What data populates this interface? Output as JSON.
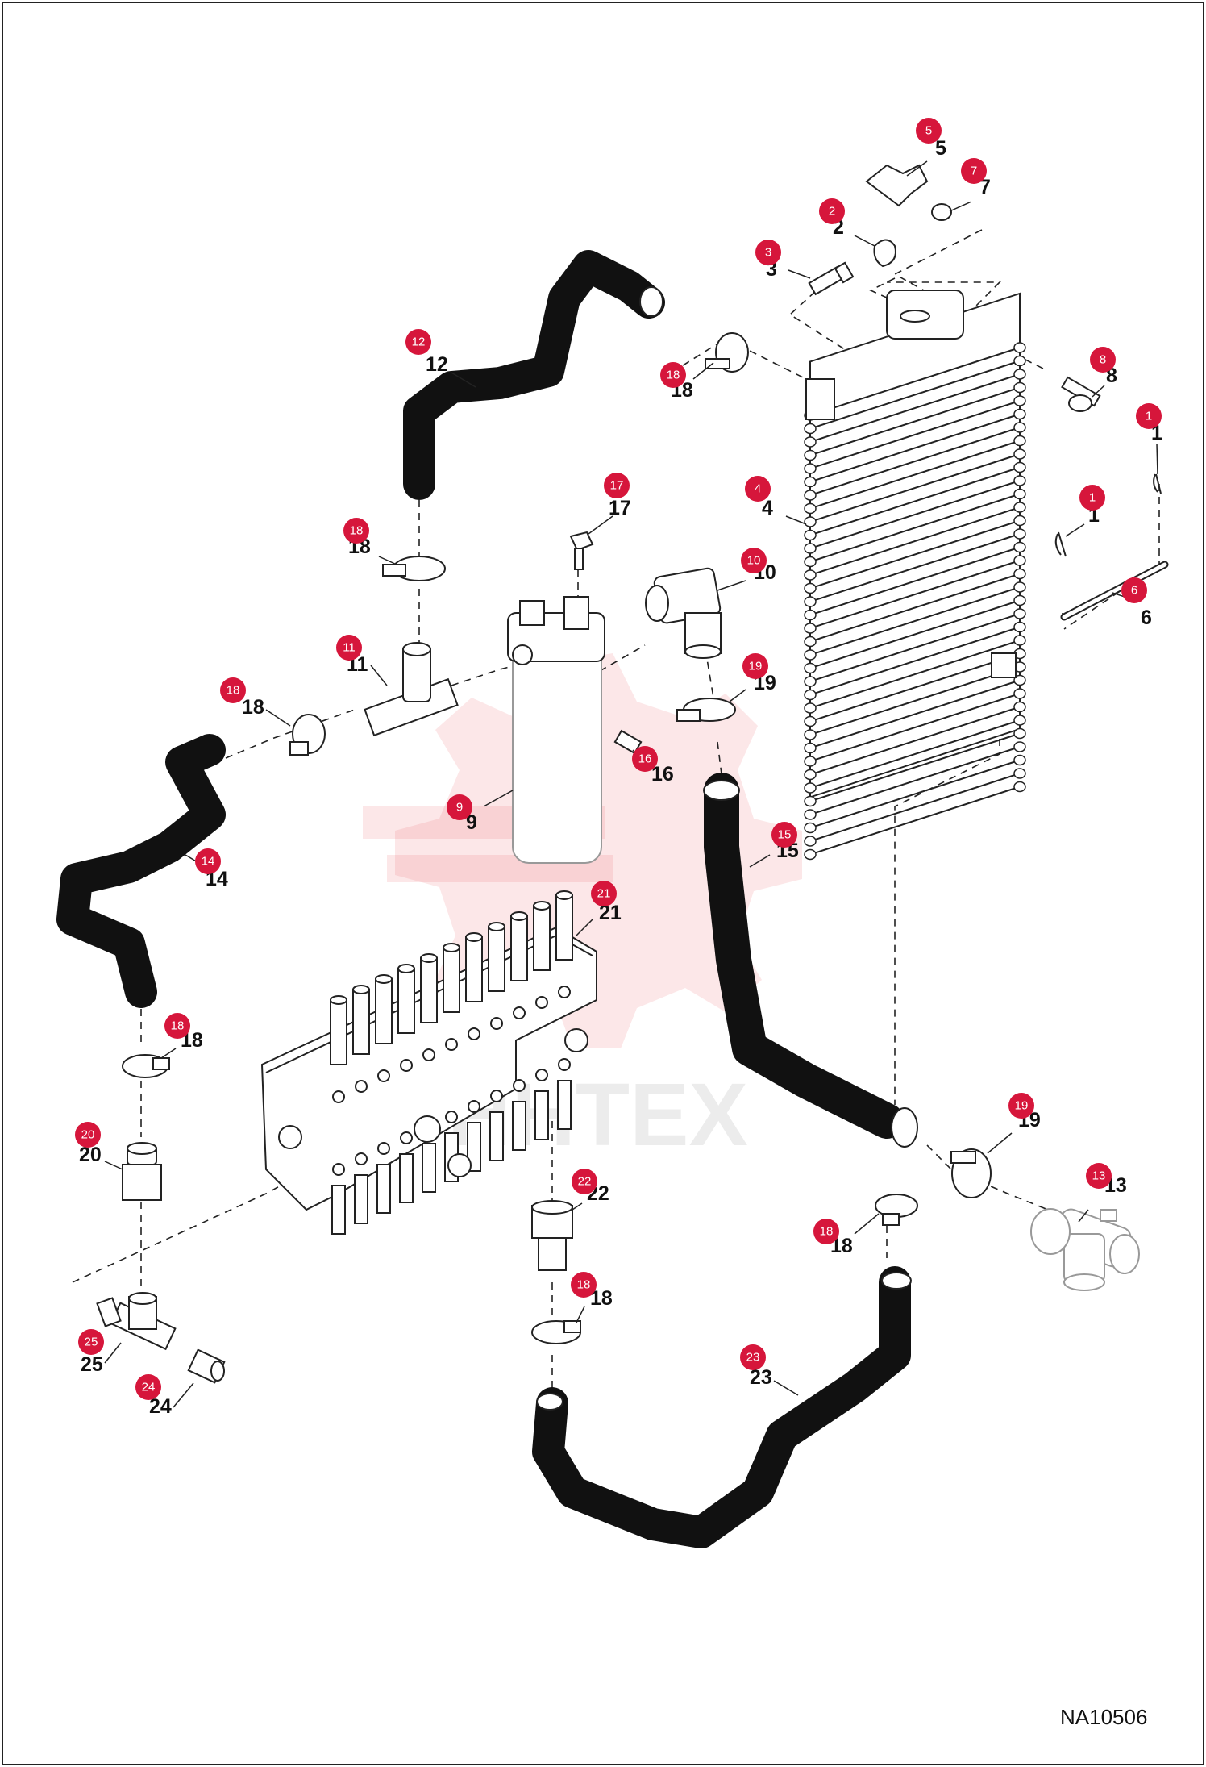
{
  "diagram": {
    "code": "NA10506",
    "watermark": "HHTEX",
    "callouts": [
      {
        "id": "c5",
        "badge": "5",
        "label": "5"
      },
      {
        "id": "c7",
        "badge": "7",
        "label": "7"
      },
      {
        "id": "c2",
        "badge": "2",
        "label": "2"
      },
      {
        "id": "c3",
        "badge": "3",
        "label": "3"
      },
      {
        "id": "c12",
        "badge": "12",
        "label": "12"
      },
      {
        "id": "c18a",
        "badge": "18",
        "label": "18"
      },
      {
        "id": "c8",
        "badge": "8",
        "label": "8"
      },
      {
        "id": "c1a",
        "badge": "1",
        "label": "1"
      },
      {
        "id": "c17",
        "badge": "17",
        "label": "17"
      },
      {
        "id": "c4",
        "badge": "4",
        "label": "4"
      },
      {
        "id": "c1b",
        "badge": "1",
        "label": "1"
      },
      {
        "id": "c18b",
        "badge": "18",
        "label": "18"
      },
      {
        "id": "c10",
        "badge": "10",
        "label": "10"
      },
      {
        "id": "c6",
        "badge": "6",
        "label": "6"
      },
      {
        "id": "c11",
        "badge": "11",
        "label": "11"
      },
      {
        "id": "c19a",
        "badge": "19",
        "label": "19"
      },
      {
        "id": "c18c",
        "badge": "18",
        "label": "18"
      },
      {
        "id": "c16",
        "badge": "16",
        "label": "16"
      },
      {
        "id": "c9",
        "badge": "9",
        "label": "9"
      },
      {
        "id": "c15",
        "badge": "15",
        "label": "15"
      },
      {
        "id": "c14",
        "badge": "14",
        "label": "14"
      },
      {
        "id": "c21",
        "badge": "21",
        "label": "21"
      },
      {
        "id": "c18d",
        "badge": "18",
        "label": "18"
      },
      {
        "id": "c19b",
        "badge": "19",
        "label": "19"
      },
      {
        "id": "c20",
        "badge": "20",
        "label": "20"
      },
      {
        "id": "c22",
        "badge": "22",
        "label": "22"
      },
      {
        "id": "c13",
        "badge": "13",
        "label": "13"
      },
      {
        "id": "c18e",
        "badge": "18",
        "label": "18"
      },
      {
        "id": "c18f",
        "badge": "18",
        "label": "18"
      },
      {
        "id": "c25",
        "badge": "25",
        "label": "25"
      },
      {
        "id": "c23",
        "badge": "23",
        "label": "23"
      },
      {
        "id": "c24",
        "badge": "24",
        "label": "24"
      }
    ]
  }
}
